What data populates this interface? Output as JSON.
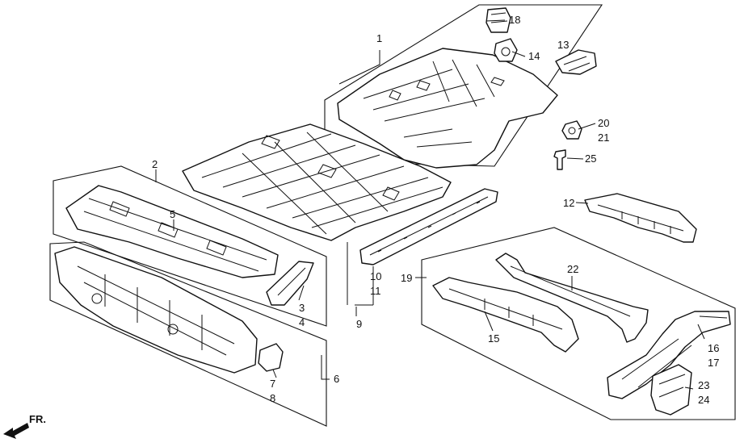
{
  "callouts": [
    "1",
    "2",
    "3",
    "4",
    "5",
    "6",
    "7",
    "8",
    "9",
    "10",
    "11",
    "12",
    "13",
    "14",
    "15",
    "16",
    "17",
    "18",
    "19",
    "20",
    "21",
    "22",
    "23",
    "24",
    "25"
  ],
  "direction_label": "FR."
}
